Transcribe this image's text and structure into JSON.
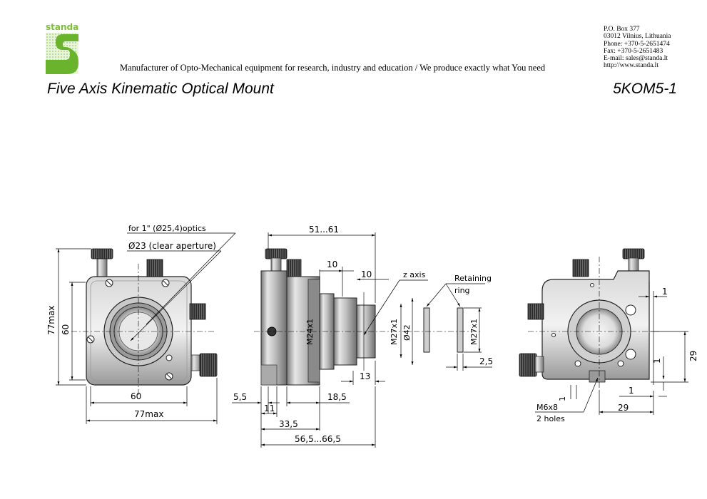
{
  "header": {
    "logo_text": "standa",
    "tagline": "Manufacturer of Opto-Mechanical equipment for research, industry and education / We produce exactly what You need",
    "contact": [
      "P.O. Box 377",
      "03012 Vilnius, Lithuania",
      "Phone: +370-5-2651474",
      "Fax: +370-5-2651483",
      "E-mail: sales@standa.lt",
      "http://www.standa.lt"
    ],
    "brand_color": "#7dbf3c"
  },
  "product": {
    "title": "Five Axis Kinematic Optical Mount",
    "code": "5KOM5-1"
  },
  "drawing": {
    "front": {
      "optics_note": "for 1\" (Ø25,4)optics",
      "aperture_note": "Ø23 (clear aperture)",
      "dim_height_max": "77max",
      "dim_height": "60",
      "dim_width": "60",
      "dim_width_max": "77max"
    },
    "side": {
      "dim_length_range": "51...61",
      "dim_10_a": "10",
      "dim_10_b": "10",
      "zaxis": "z axis",
      "retaining_line1": "Retaining",
      "retaining_line2": "ring",
      "thread_m24": "M24x1",
      "thread_m27_a": "M27x1",
      "dia_42": "Ø42",
      "thread_m27_b": "M27x1",
      "dim_2_5": "2,5",
      "dim_13": "13",
      "dim_5_5": "5,5",
      "dim_11": "11",
      "dim_18_5": "18,5",
      "dim_33_5": "33,5",
      "dim_total": "56,5...66,5"
    },
    "back": {
      "dim_1_top": "1",
      "dim_29_v": "29",
      "dim_1_v": "1",
      "dim_1_h": "1",
      "dim_29_h": "29",
      "dim_1_left": "1",
      "holes_line1": "M6x8",
      "holes_line2": "2 holes"
    }
  }
}
